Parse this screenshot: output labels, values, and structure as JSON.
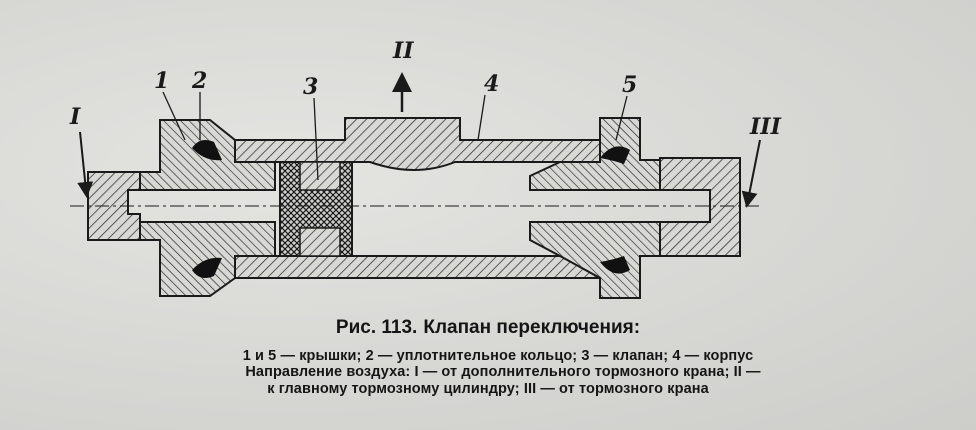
{
  "figure": {
    "labels": {
      "part_1": "1",
      "part_2": "2",
      "part_3": "3",
      "part_4": "4",
      "part_5": "5",
      "port_I": "I",
      "port_II": "II",
      "port_III": "III"
    },
    "caption": {
      "number": "Рис. 113.",
      "title": "Клапан переключения:",
      "line1": "1 и 5 — крышки; 2 — уплотнительное кольцо; 3 — клапан; 4 — корпус",
      "line2": "Направление воздуха: I — от дополнительного тормозного крана; II —",
      "line3": "к главному тормозному цилиндру; III — от тормозного крана"
    },
    "colors": {
      "ink": "#1a1a1a",
      "paper": "#d9d9d6"
    }
  }
}
